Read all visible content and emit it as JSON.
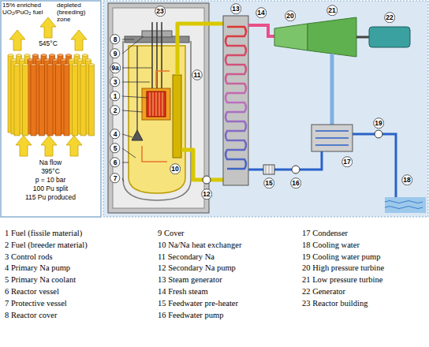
{
  "diagram": {
    "nodes": [
      {
        "text": [
          "23"
        ]
      },
      {
        "text": [
          "13"
        ]
      },
      {
        "text": [
          "14"
        ]
      },
      {
        "text": [
          "20"
        ]
      },
      {
        "text": [
          "21"
        ]
      },
      {
        "text": [
          "22"
        ]
      },
      {
        "text": [
          "8"
        ]
      },
      {
        "text": [
          "9"
        ]
      },
      {
        "text": [
          "9a"
        ]
      },
      {
        "text": [
          "3"
        ]
      },
      {
        "text": [
          "1"
        ]
      },
      {
        "text": [
          "2"
        ]
      },
      {
        "text": [
          "11"
        ]
      },
      {
        "text": [
          "4"
        ]
      },
      {
        "text": [
          "5"
        ]
      },
      {
        "text": [
          "6"
        ]
      },
      {
        "text": [
          "7"
        ]
      },
      {
        "text": [
          "10"
        ]
      },
      {
        "text": [
          "17"
        ]
      },
      {
        "text": [
          "19"
        ]
      },
      {
        "text": [
          "12"
        ]
      },
      {
        "text": [
          "15"
        ]
      },
      {
        "text": [
          "16"
        ]
      },
      {
        "text": [
          "18"
        ]
      }
    ],
    "labels": [
      "15% enriched UO₂/PuO₂ fuel",
      "depleted (breeding) zone",
      "545°C",
      "Na flow",
      "395°C",
      "p = 10 bar",
      "100 Pu split",
      "115 Pu produced",
      "1 Fuel (fissile material)",
      "2 Fuel (breeder material)",
      "3 Control rods",
      "4 Primary Na pump",
      "5 Primary Na coolant",
      "6 Reactor vessel",
      "7 Protective vessel",
      "8 Reactor cover",
      "9 Cover",
      "10 Na/Na heat exchanger",
      "11 Secondary Na",
      "12 Secondary Na pump",
      "13 Steam generator",
      "14 Fresh steam",
      "15 Feedwater pre-heater",
      "16 Feedwater pump",
      "17 Condenser",
      "18 Cooling water",
      "19 Cooling water pump",
      "20 High pressure turbine",
      "21 Low pressure turbine",
      "22 Generator",
      "23 Reactor building"
    ]
  }
}
